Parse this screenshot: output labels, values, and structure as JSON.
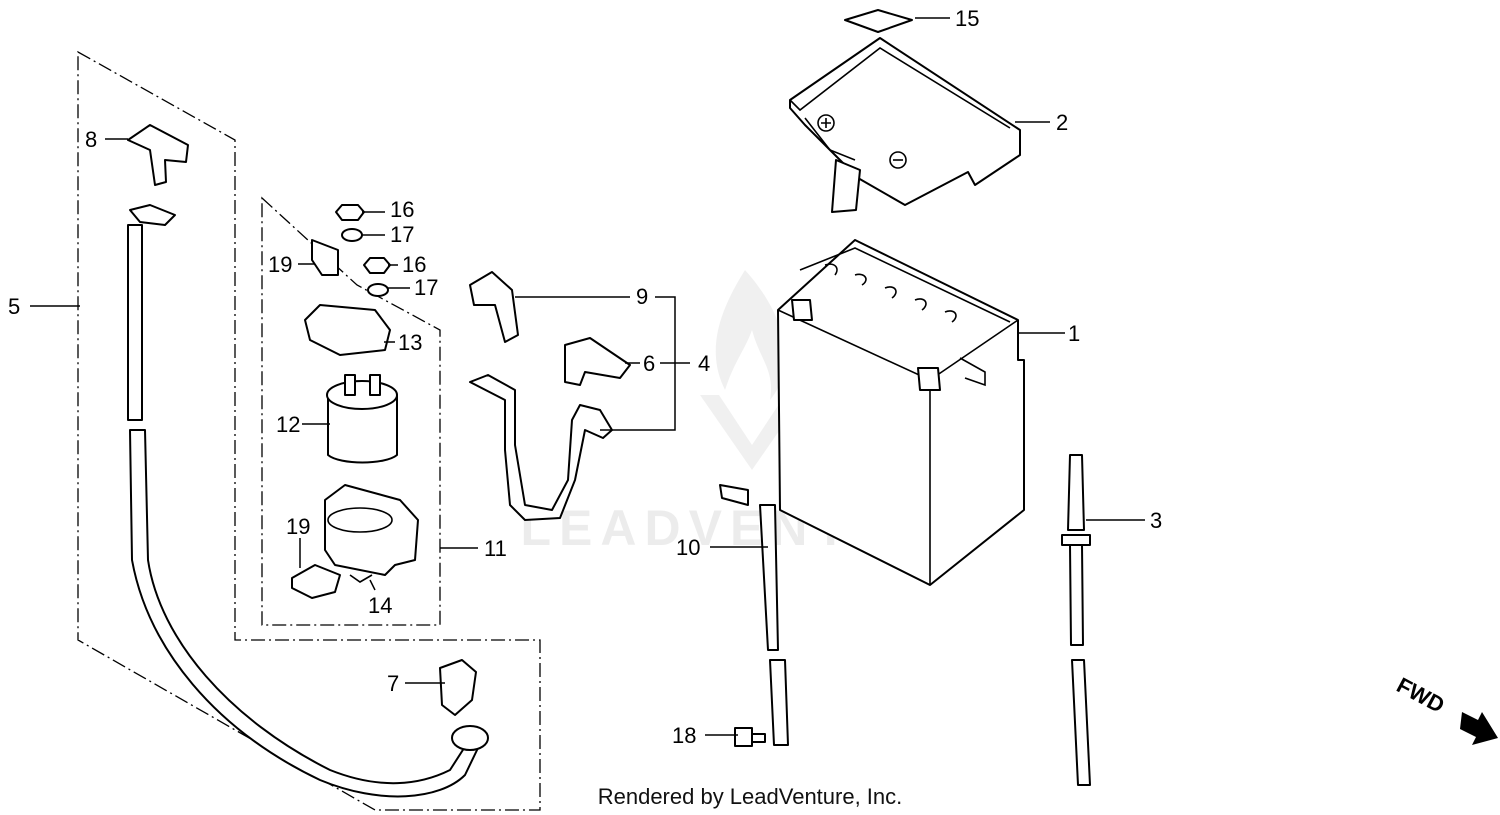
{
  "callouts": {
    "p1": "1",
    "p2": "2",
    "p3": "3",
    "p4": "4",
    "p5": "5",
    "p6": "6",
    "p7": "7",
    "p8": "8",
    "p9": "9",
    "p10": "10",
    "p11": "11",
    "p12": "12",
    "p13": "13",
    "p14": "14",
    "p15": "15",
    "p16a": "16",
    "p16b": "16",
    "p17a": "17",
    "p17b": "17",
    "p18": "18",
    "p19a": "19",
    "p19b": "19"
  },
  "direction_label": "FWD",
  "watermark": "LEADVENTURE",
  "footer": "Rendered by LeadVenture, Inc."
}
